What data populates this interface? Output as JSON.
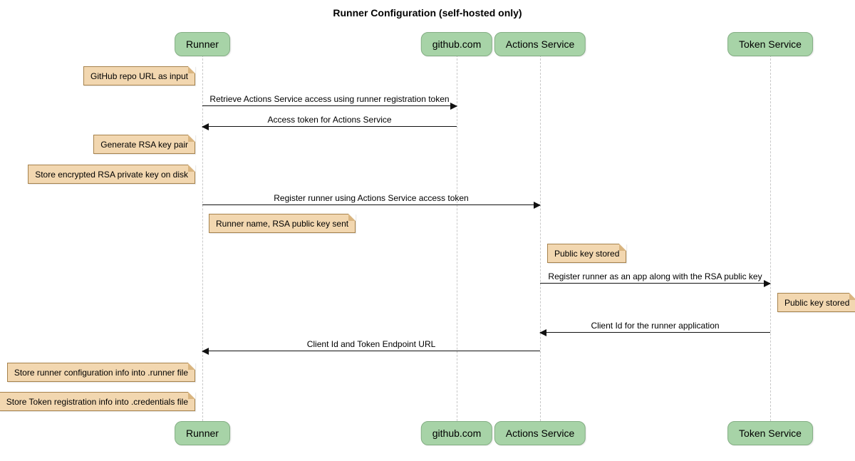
{
  "title": "Runner Configuration (self-hosted only)",
  "colors": {
    "participant_fill": "#A7D3A7",
    "participant_border": "#84AE84",
    "note_fill": "#F2D7B0",
    "note_border": "#A6824C",
    "lifeline": "#C8C8C8",
    "arrow": "#111111"
  },
  "participants": [
    {
      "label": "Runner"
    },
    {
      "label": "github.com"
    },
    {
      "label": "Actions Service"
    },
    {
      "label": "Token Service"
    }
  ],
  "messages": [
    {
      "from": "Runner",
      "to": "github.com",
      "text": "Retrieve Actions Service access using runner registration token"
    },
    {
      "from": "github.com",
      "to": "Runner",
      "text": "Access token for Actions Service"
    },
    {
      "from": "Runner",
      "to": "Actions Service",
      "text": "Register runner using Actions Service access token"
    },
    {
      "from": "Actions Service",
      "to": "Token Service",
      "text": "Register runner as an app along with the RSA public key"
    },
    {
      "from": "Token Service",
      "to": "Actions Service",
      "text": "Client Id for the runner application"
    },
    {
      "from": "Actions Service",
      "to": "Runner",
      "text": "Client Id and Token Endpoint URL"
    }
  ],
  "notes": [
    {
      "anchor": "Runner",
      "side": "left",
      "text": "GitHub repo URL as input"
    },
    {
      "anchor": "Runner",
      "side": "left",
      "text": "Generate RSA key pair"
    },
    {
      "anchor": "Runner",
      "side": "left",
      "text": "Store encrypted RSA private key on disk"
    },
    {
      "anchor": "Runner",
      "side": "right",
      "text": "Runner name, RSA public key sent"
    },
    {
      "anchor": "Actions Service",
      "side": "right",
      "text": "Public key stored"
    },
    {
      "anchor": "Token Service",
      "side": "right",
      "text": "Public key stored"
    },
    {
      "anchor": "Runner",
      "side": "left",
      "text": "Store runner configuration info into .runner file"
    },
    {
      "anchor": "Runner",
      "side": "left",
      "text": "Store Token registration info into .credentials file"
    }
  ]
}
